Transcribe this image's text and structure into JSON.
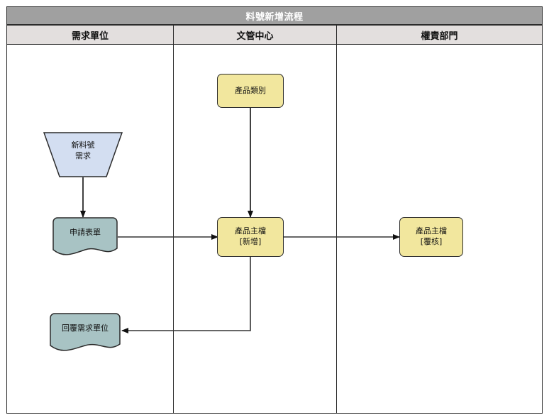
{
  "diagram": {
    "title": "料號新增流程",
    "type": "cross-functional-flowchart",
    "orientation": "horizontal-lanes"
  },
  "lanes": [
    {
      "id": "lane-requester",
      "label": "需求單位"
    },
    {
      "id": "lane-doc-center",
      "label": "文管中心"
    },
    {
      "id": "lane-responsible",
      "label": "權責部門"
    }
  ],
  "nodes": {
    "product_category": {
      "label": "產品類別",
      "shape": "process",
      "lane": "文管中心"
    },
    "new_part_request": {
      "label": "新料號\n需求",
      "shape": "trapezoid",
      "lane": "需求單位"
    },
    "application_form": {
      "label": "申請表單",
      "shape": "document",
      "lane": "需求單位"
    },
    "product_master_add": {
      "label": "產品主檔\n[新增]",
      "shape": "process",
      "lane": "文管中心"
    },
    "product_master_review": {
      "label": "產品主檔\n[覆核]",
      "shape": "process",
      "lane": "權責部門"
    },
    "reply_requester": {
      "label": "回覆需求單位",
      "shape": "document",
      "lane": "需求單位"
    }
  },
  "colors": {
    "title_bar": "#a0a0a0",
    "title_text": "#ffffff",
    "lane_header": "#e3dfde",
    "process_fill": "#f2e79e",
    "document_fill": "#a8c3c4",
    "trapezoid_fill": "#d3def1",
    "stroke": "#2b2b2b",
    "canvas": "#ffffff"
  }
}
